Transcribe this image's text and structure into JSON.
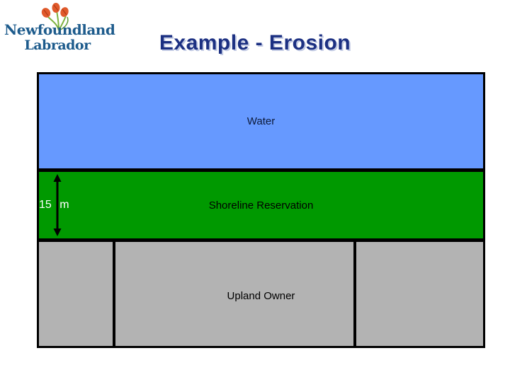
{
  "slide": {
    "title": "Example - Erosion",
    "title_color": "#1c3082",
    "title_shadow_color": "#c3cbe4",
    "background_color": "#ffffff"
  },
  "logo": {
    "line1": "Newfoundland",
    "line2": "Labrador",
    "text_color": "#1d5b8c",
    "flower_color": "#e05a2b",
    "stem_color": "#7cb23e"
  },
  "diagram": {
    "water_label": "Water",
    "shoreline_label": "Shoreline Reservation",
    "upland_label": "Upland Owner",
    "measurement_label": "15 m",
    "colors": {
      "water": "#6699ff",
      "shoreline": "#009900",
      "upland": "#b3b3b3",
      "border": "#000000",
      "measurement_text": "#ffffff"
    }
  }
}
